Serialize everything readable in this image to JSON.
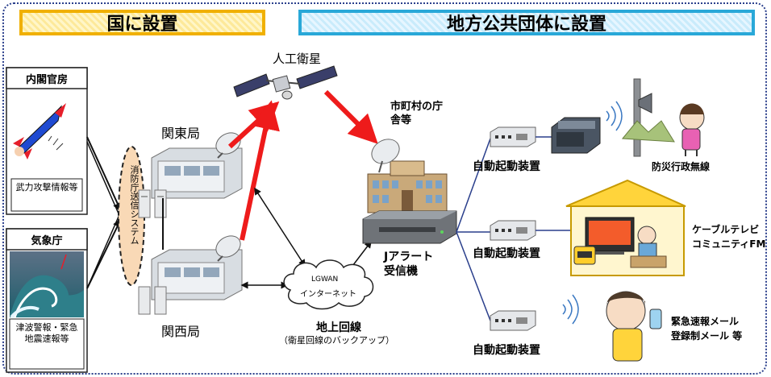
{
  "headers": {
    "national": "国に設置",
    "local": "地方公共団体に設置"
  },
  "sources": {
    "cabinet": {
      "title": "内閣官房",
      "info": "武力攻撃情報等"
    },
    "jma": {
      "title": "気象庁",
      "info": "津波警報・緊急地震速報等"
    }
  },
  "fdma_system": "消防庁送信システム",
  "stations": {
    "kanto": "関東局",
    "kansai": "関西局"
  },
  "satellite": "人工衛星",
  "municipal_office": "市町村の庁舎等",
  "jalert_receiver": "Jアラート受信機",
  "lgwan": {
    "cloud_top": "LGWAN",
    "cloud_bottom": "インターネット",
    "ground_line": "地上回線",
    "backup_note": "（衛星回線のバックアップ）"
  },
  "auto_start_device": "自動起動装置",
  "outputs": {
    "disaster_radio": "防災行政無線",
    "catv": "ケーブルテレビ\nコミュニティFM",
    "email": "緊急速報メール\n登録制メール 等"
  },
  "colors": {
    "red_link": "#ee1b1b",
    "national_border": "#f0b000",
    "local_border": "#29a8d8",
    "line_blue": "#2a3f8c"
  }
}
